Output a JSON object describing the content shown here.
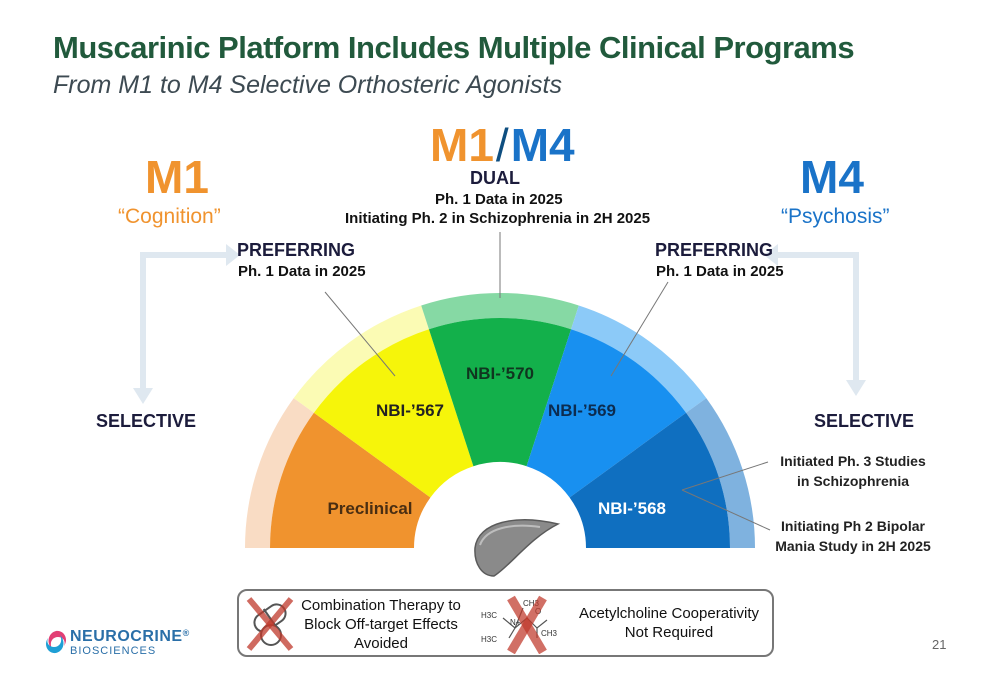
{
  "slide": {
    "title": "Muscarinic Platform Includes Multiple Clinical Programs",
    "subtitle": "From M1 to M4 Selective Orthosteric Agonists",
    "page_number": "21"
  },
  "m1": {
    "label": "M1",
    "role": "“Cognition”",
    "color": "#f0932e"
  },
  "m4": {
    "label": "M4",
    "role": "“Psychosis”",
    "color": "#1a73c8"
  },
  "dual": {
    "m1": "M1",
    "slash": "/",
    "m4": "M4",
    "label": "DUAL",
    "line1": "Ph. 1 Data in 2025",
    "line2": "Initiating Ph. 2 in Schizophrenia in 2H 2025"
  },
  "left_preferring": {
    "label": "PREFERRING",
    "detail": "Ph. 1 Data in 2025"
  },
  "right_preferring": {
    "label": "PREFERRING",
    "detail": "Ph. 1 Data in 2025"
  },
  "left_selective": "SELECTIVE",
  "right_selective": "SELECTIVE",
  "notes": {
    "n568_a_line1": "Initiated Ph. 3 Studies",
    "n568_a_line2": "in Schizophrenia",
    "n568_b_line1": "Initiating Ph 2 Bipolar",
    "n568_b_line2": "Mania Study in 2H 2025"
  },
  "gauge": {
    "segments": [
      {
        "label": "Preclinical",
        "color": "#f0932e",
        "outer_color": "#f9dcc4"
      },
      {
        "label": "NBI-’567",
        "color": "#f6f50a",
        "outer_color": "#fbfbb4"
      },
      {
        "label": "NBI-’570",
        "color": "#13b04b",
        "outer_color": "#86d9a4"
      },
      {
        "label": "NBI-’569",
        "color": "#1890f0",
        "outer_color": "#8ccaf8"
      },
      {
        "label": "NBI-’568",
        "color": "#0f6fc0",
        "outer_color": "#7fb2df"
      }
    ]
  },
  "bottom": {
    "left_line1": "Combination Therapy to",
    "left_line2": "Block Off-target Effects",
    "left_line3": "Avoided",
    "right_line1": "Acetylcholine Cooperativity",
    "right_line2": "Not Required",
    "chem_a": "H3C",
    "chem_b": "CH3",
    "chem_c": "N+",
    "chem_d": "O",
    "chem_e": "CH3",
    "chem_f": "H3C"
  },
  "logo": {
    "name": "NEUROCRINE",
    "sub": "BIOSCIENCES",
    "mark": "®"
  }
}
